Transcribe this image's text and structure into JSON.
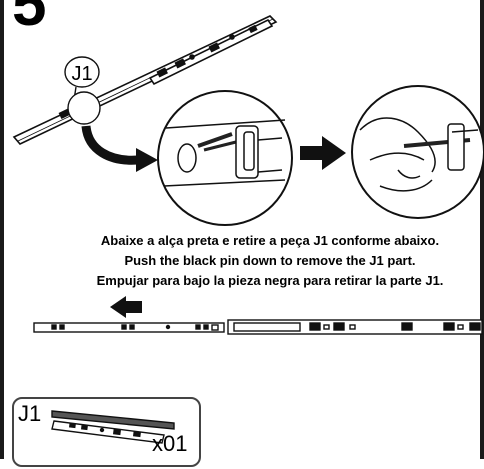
{
  "step": {
    "number": "5"
  },
  "callout": {
    "label": "J1"
  },
  "instructions": {
    "pt": "Abaixe a alça preta e retire a peça J1 conforme abaixo.",
    "en": "Push the black pin down to remove the J1 part.",
    "es": "Empujar para bajo la pieza negra para retirar la parte J1."
  },
  "parts": {
    "label": "J1",
    "quantity": "x01"
  }
}
